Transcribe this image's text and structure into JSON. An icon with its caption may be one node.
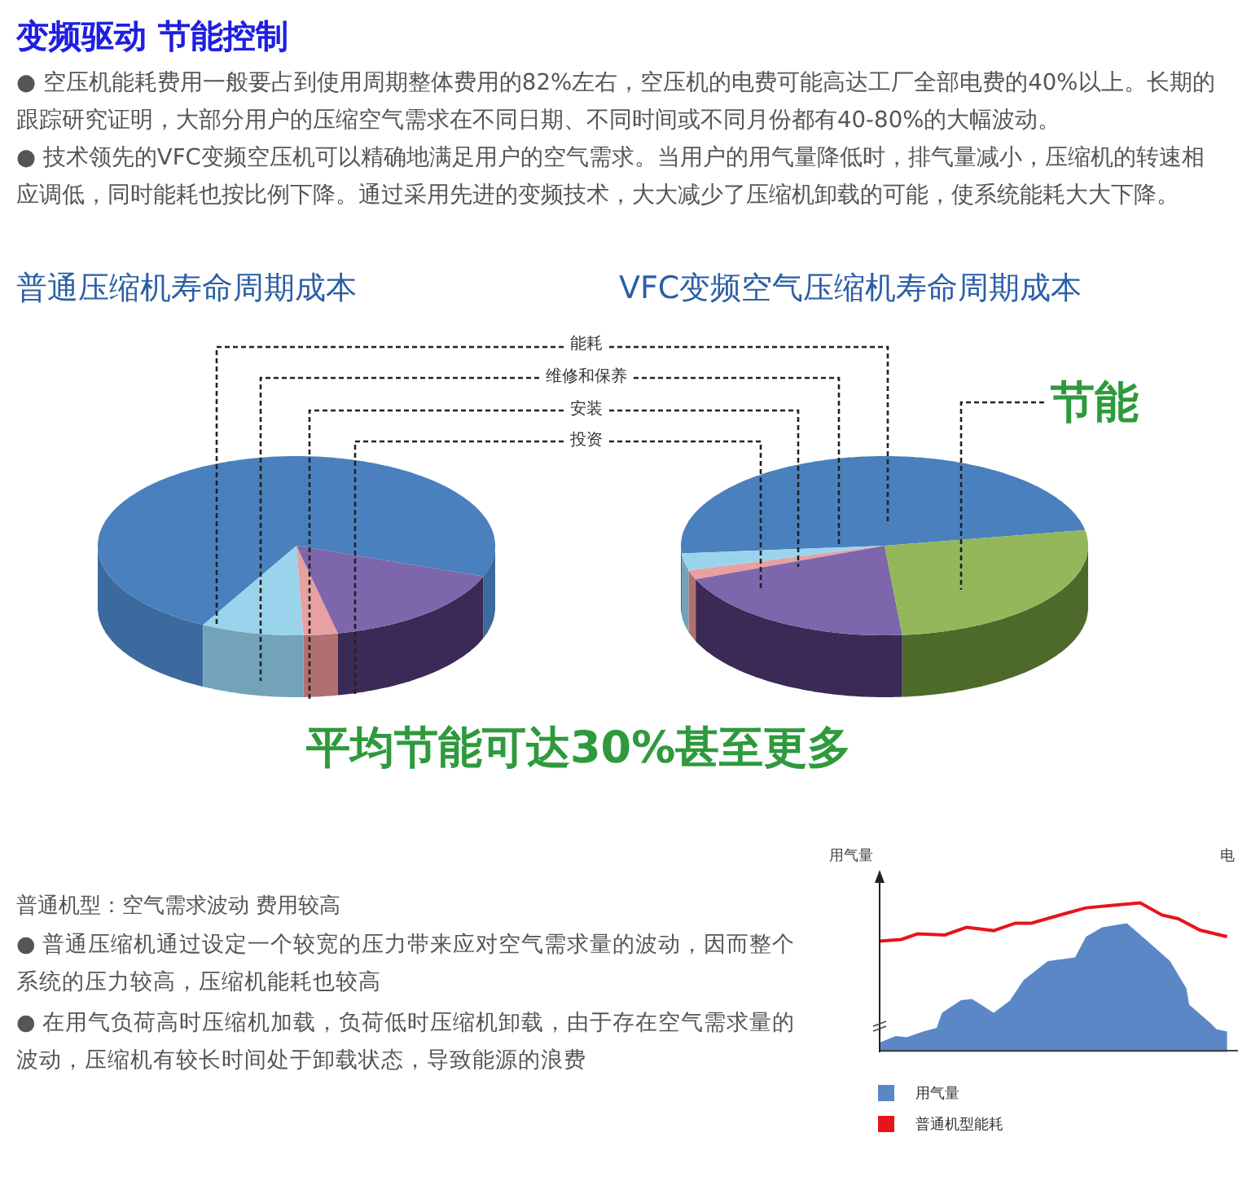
{
  "diagram": {
    "nodes": [
      {
        "text": [
          "能耗"
        ]
      },
      {
        "text": [
          "维修和保养"
        ]
      },
      {
        "text": [
          "安装"
        ]
      },
      {
        "text": [
          "投资"
        ]
      },
      {
        "text": [
          "节能"
        ]
      },
      {
        "text": [],
        "shape": "slice"
      },
      {
        "text": [],
        "shape": "slice"
      },
      {
        "text": [],
        "shape": "slice"
      },
      {
        "text": [],
        "shape": "slice"
      },
      {
        "text": [],
        "shape": "slice"
      },
      {
        "text": [],
        "shape": "slice"
      },
      {
        "text": [],
        "shape": "slice"
      },
      {
        "text": [],
        "shape": "slice"
      },
      {
        "text": [],
        "shape": "slice"
      }
    ],
    "edges": [
      {
        "from": 0,
        "to": 5,
        "arrow": "none",
        "style": "dashed"
      },
      {
        "from": 0,
        "to": 9,
        "arrow": "none",
        "style": "dashed"
      },
      {
        "from": 1,
        "to": 6,
        "arrow": "none",
        "style": "dashed"
      },
      {
        "from": 1,
        "to": 10,
        "arrow": "none",
        "style": "dashed"
      },
      {
        "from": 2,
        "to": 7,
        "arrow": "none",
        "style": "dashed"
      },
      {
        "from": 2,
        "to": 11,
        "arrow": "none",
        "style": "dashed"
      },
      {
        "from": 3,
        "to": 8,
        "arrow": "none",
        "style": "dashed"
      },
      {
        "from": 3,
        "to": 12,
        "arrow": "none",
        "style": "dashed"
      },
      {
        "from": 4,
        "to": 13,
        "arrow": "none",
        "style": "dashed"
      }
    ],
    "labels": [
      "变频驱动 节能控制",
      "● 空压机能耗费用一般要占到使用周期整体费用的82%左右，空压机的电费可能高达工厂全部电费的40%以上。长期的跟踪研究证明，大部分用户的压缩空气需求在不同日期、不同时间或不同月份都有40-80%的大幅波动。",
      "● 技术领先的VFC变频空压机可以精确地满足用户的空气需求。当用户的用气量降低时，排气量减小，压缩机的转速相应调低，同时能耗也按比例下降。通过采用先进的变频技术，大大减少了压缩机卸载的可能，使系统能耗大大下降。",
      "普通压缩机寿命周期成本",
      "VFC变频空气压缩机寿命周期成本",
      "平均节能可达30%甚至更多",
      "普通机型：空气需求波动 费用较高",
      "● 普通压缩机通过设定一个较宽的压力带来应对空气需求量的波动，因而整个系统的压力较高，压缩机能耗也较高",
      "● 在用气负荷高时压缩机加载，负荷低时压缩机卸载，由于存在空气需求量的波动，压缩机有较长时间处于卸载状态，导致能源的浪费",
      "用气量",
      "电"
    ],
    "legend": [
      {
        "text": "用气量",
        "color": "#5b87c6"
      },
      {
        "text": "普通机型能耗",
        "color": "#e8141c"
      }
    ]
  }
}
